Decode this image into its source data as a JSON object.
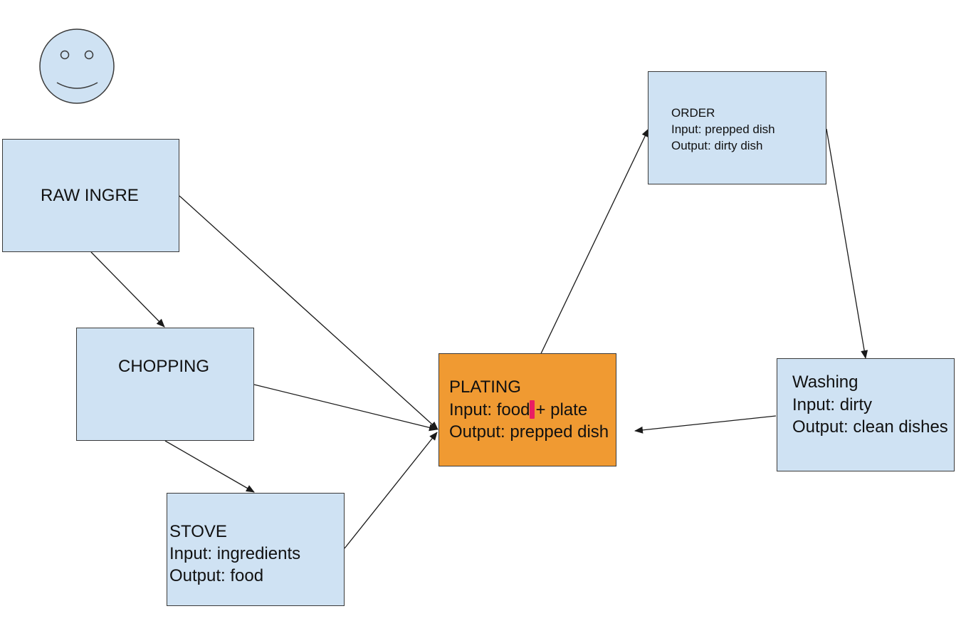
{
  "nodes": {
    "raw": {
      "title": "RAW INGRE"
    },
    "chopping": {
      "title": "CHOPPING"
    },
    "stove": {
      "title": "STOVE",
      "input": "Input: ingredients",
      "output": "Output: food"
    },
    "plating": {
      "title": "PLATING",
      "input_part1": "Input: food",
      "input_part2": "+ plate",
      "output": "Output: prepped dish"
    },
    "order": {
      "title": "ORDER",
      "input": "Input: prepped dish",
      "output": "Output: dirty dish"
    },
    "washing": {
      "title": "Washing",
      "input": "Input: dirty",
      "output": "Output: clean dishes"
    }
  },
  "edges": [
    {
      "from": "raw",
      "to": "chopping"
    },
    {
      "from": "raw",
      "to": "plating"
    },
    {
      "from": "chopping",
      "to": "plating"
    },
    {
      "from": "chopping",
      "to": "stove"
    },
    {
      "from": "stove",
      "to": "plating"
    },
    {
      "from": "plating",
      "to": "order"
    },
    {
      "from": "order",
      "to": "washing"
    },
    {
      "from": "washing",
      "to": "plating"
    }
  ],
  "colors": {
    "node_fill": "#cfe2f3",
    "highlight_fill": "#f09a32",
    "stroke": "#3a3a3a",
    "cursor": "#e91e63"
  },
  "icons": [
    "smiley-face-icon",
    "text-cursor-icon"
  ]
}
